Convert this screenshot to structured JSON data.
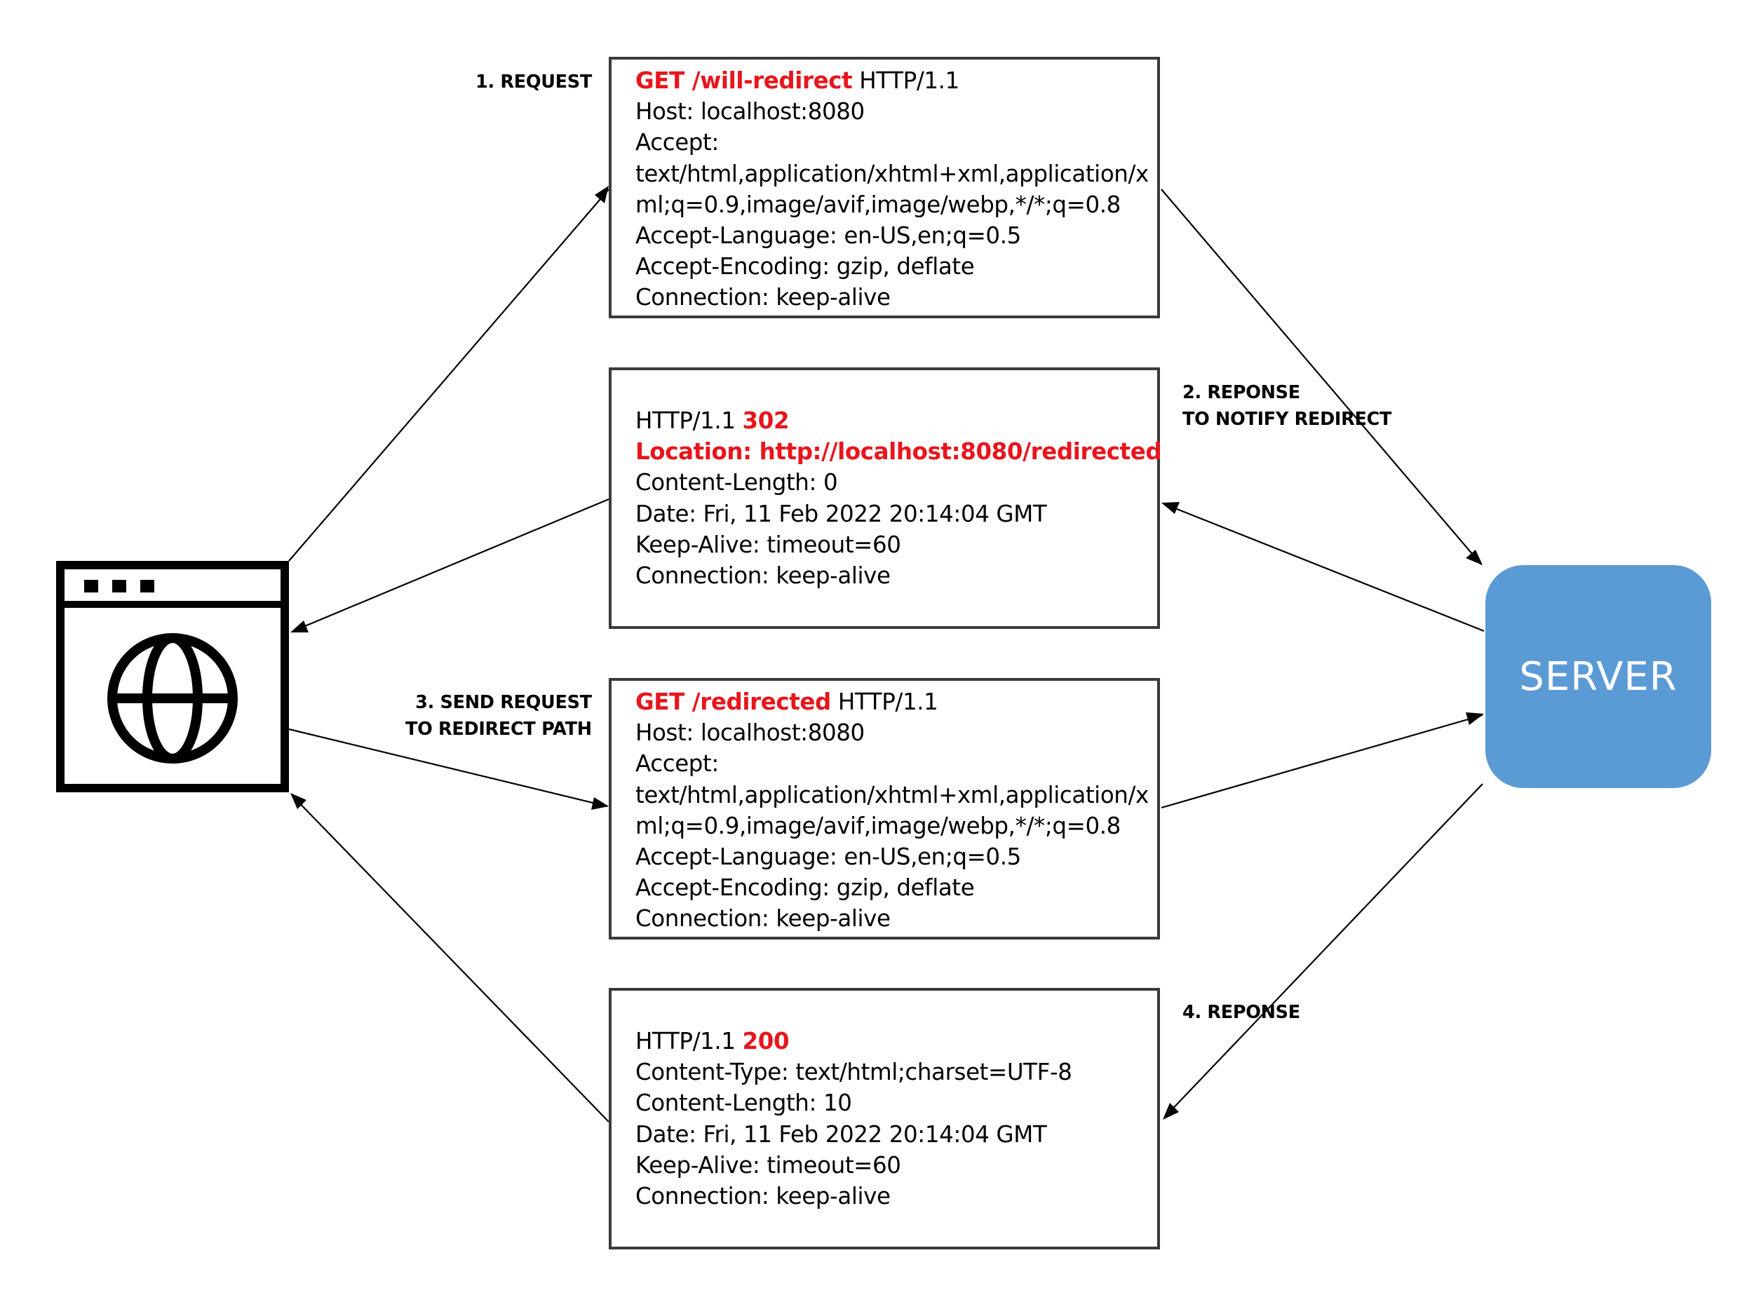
{
  "steps": {
    "step1": "1. REQUEST",
    "step2_line1": "2. REPONSE",
    "step2_line2": "TO NOTIFY REDIRECT",
    "step3_line1": "3. SEND REQUEST",
    "step3_line2": "TO REDIRECT PATH",
    "step4": "4. REPONSE"
  },
  "request1": {
    "method_path": "GET /will-redirect",
    "protocol": " HTTP/1.1",
    "lines": [
      "Host: localhost:8080",
      "Accept:",
      "text/html,application/xhtml+xml,application/x",
      "ml;q=0.9,image/avif,image/webp,*/*;q=0.8",
      "Accept-Language: en-US,en;q=0.5",
      "Accept-Encoding: gzip, deflate",
      "Connection: keep-alive"
    ]
  },
  "response302": {
    "protocol": "HTTP/1.1 ",
    "status": "302",
    "location": "Location: http://localhost:8080/redirected",
    "lines": [
      "Content-Length: 0",
      "Date: Fri, 11 Feb 2022 20:14:04 GMT",
      "Keep-Alive: timeout=60",
      "Connection: keep-alive"
    ]
  },
  "request2": {
    "method_path": "GET /redirected",
    "protocol": " HTTP/1.1",
    "lines": [
      "Host: localhost:8080",
      "Accept:",
      "text/html,application/xhtml+xml,application/x",
      "ml;q=0.9,image/avif,image/webp,*/*;q=0.8",
      "Accept-Language: en-US,en;q=0.5",
      "Accept-Encoding: gzip, deflate",
      "Connection: keep-alive"
    ]
  },
  "response200": {
    "protocol": "HTTP/1.1 ",
    "status": "200",
    "lines": [
      "Content-Type: text/html;charset=UTF-8",
      "Content-Length: 10",
      "Date: Fri, 11 Feb 2022 20:14:04 GMT",
      "Keep-Alive: timeout=60",
      "Connection: keep-alive"
    ]
  },
  "server": {
    "label": "SERVER"
  },
  "icons": {
    "browser": "browser-globe-icon"
  },
  "colors": {
    "highlight": "#e8151c",
    "server": "#5b9bd5",
    "border": "#3a3a3a"
  }
}
